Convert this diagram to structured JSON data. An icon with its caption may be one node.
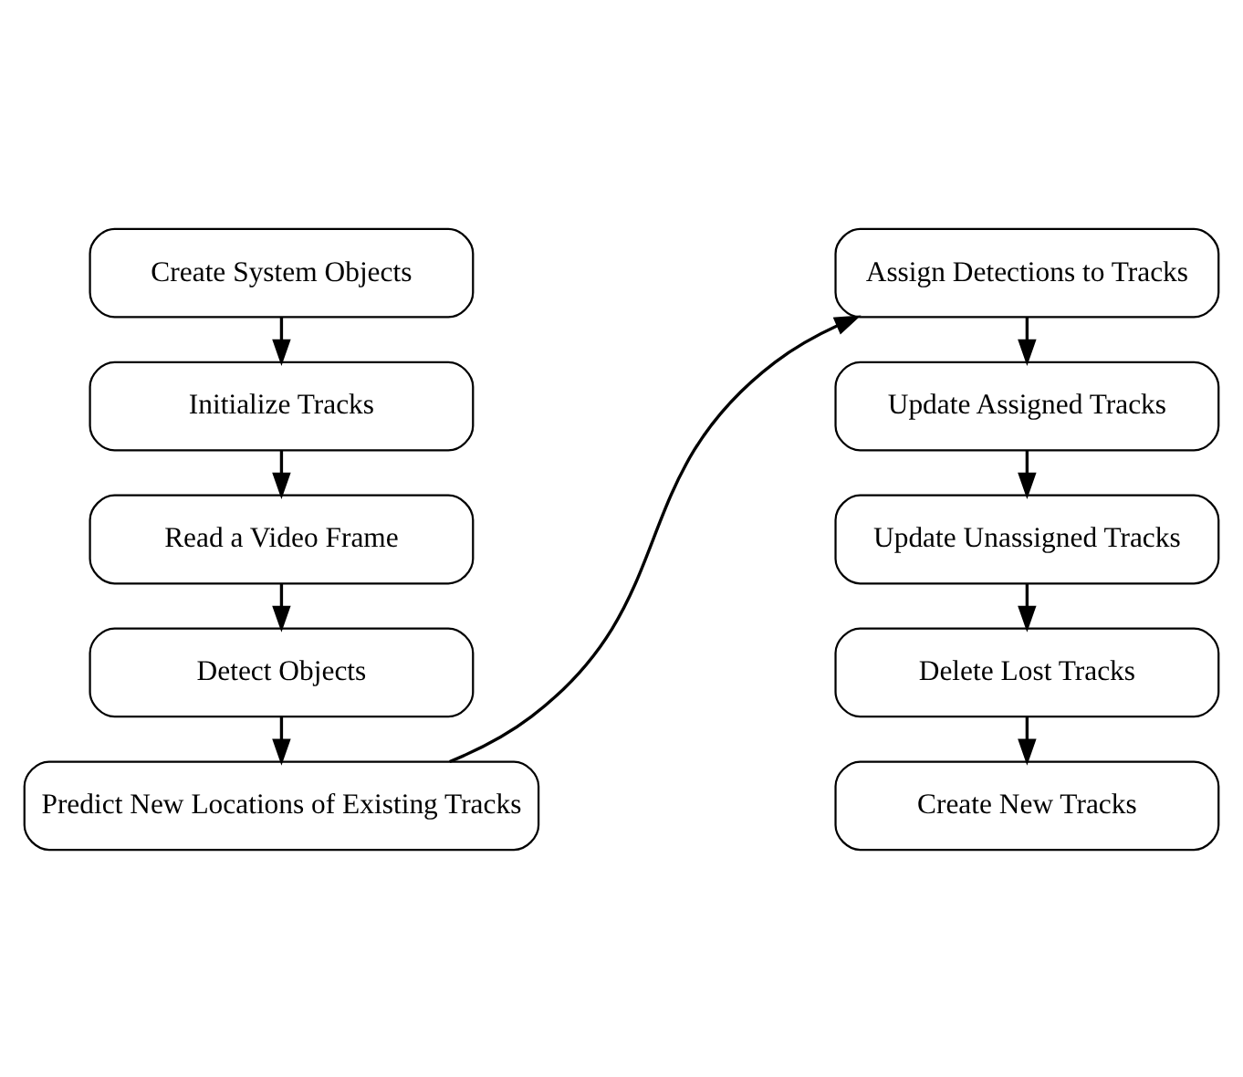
{
  "diagram": {
    "nodes": [
      {
        "text": [
          "Create System Objects"
        ]
      },
      {
        "text": [
          "Initialize Tracks"
        ]
      },
      {
        "text": [
          "Read a Video Frame"
        ]
      },
      {
        "text": [
          "Detect Objects"
        ]
      },
      {
        "text": [
          "Predict New Locations of Existing Tracks"
        ]
      },
      {
        "text": [
          "Assign Detections to Tracks"
        ]
      },
      {
        "text": [
          "Update Assigned Tracks"
        ]
      },
      {
        "text": [
          "Update Unassigned Tracks"
        ]
      },
      {
        "text": [
          "Delete Lost Tracks"
        ]
      },
      {
        "text": [
          "Create New Tracks"
        ]
      }
    ],
    "edges": [
      {
        "from": 0,
        "to": 1,
        "arrow": "to"
      },
      {
        "from": 1,
        "to": 2,
        "arrow": "to"
      },
      {
        "from": 2,
        "to": 3,
        "arrow": "to"
      },
      {
        "from": 3,
        "to": 4,
        "arrow": "to"
      },
      {
        "from": 4,
        "to": 5,
        "arrow": "to"
      },
      {
        "from": 5,
        "to": 6,
        "arrow": "to"
      },
      {
        "from": 6,
        "to": 7,
        "arrow": "to"
      },
      {
        "from": 7,
        "to": 8,
        "arrow": "to"
      },
      {
        "from": 8,
        "to": 9,
        "arrow": "to"
      }
    ]
  }
}
